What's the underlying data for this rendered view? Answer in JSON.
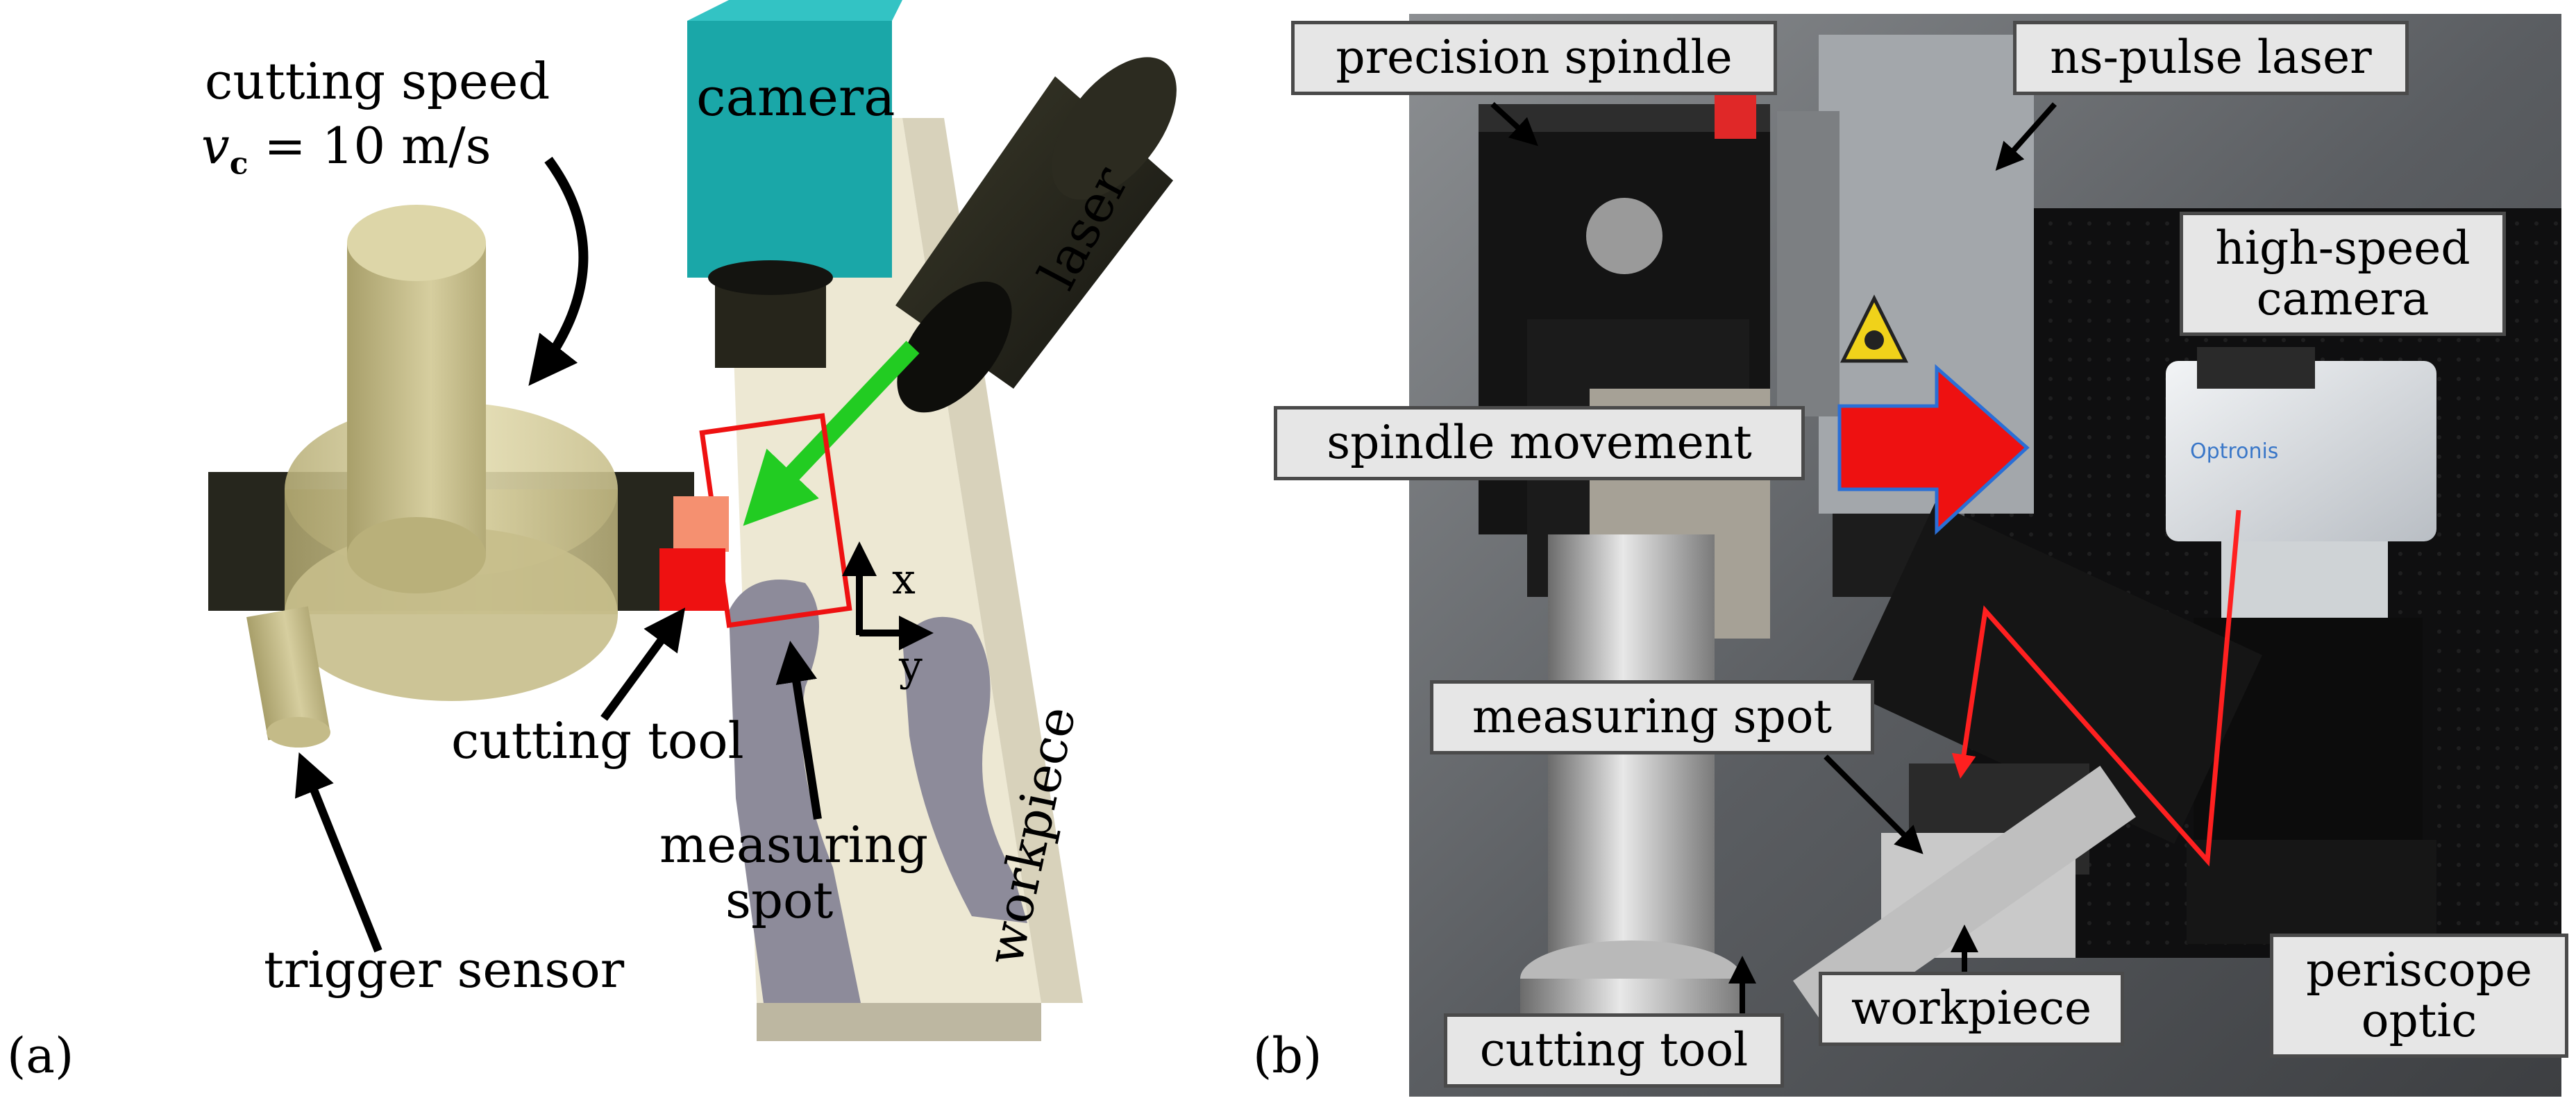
{
  "panel_a": {
    "panel_label": "(a)",
    "annotations": {
      "cutting_speed_line1": "cutting speed",
      "cutting_speed_var": "v",
      "cutting_speed_sub": "c",
      "cutting_speed_value": "= 10 m/s",
      "camera": "camera",
      "laser": "laser",
      "cutting_tool": "cutting tool",
      "measuring_spot_line1": "measuring",
      "measuring_spot_line2": "spot",
      "workpiece": "workpiece",
      "trigger_sensor": "trigger sensor",
      "axis_x": "x",
      "axis_y": "y"
    },
    "colors": {
      "camera": "#1aa7a8",
      "laser_beam": "#22cc22",
      "cutting_tool": "#ee1111",
      "measuring_box": "#ee1111"
    }
  },
  "panel_b": {
    "panel_label": "(b)",
    "labels": {
      "precision_spindle": "precision spindle",
      "ns_pulse_laser": "ns-pulse laser",
      "high_speed_camera_line1": "high-speed",
      "high_speed_camera_line2": "camera",
      "spindle_movement": "spindle movement",
      "measuring_spot": "measuring spot",
      "cutting_tool": "cutting tool",
      "workpiece": "workpiece",
      "periscope_optic_line1": "periscope",
      "periscope_optic_line2": "optic",
      "camera_brand": "Optronis"
    },
    "colors": {
      "spindle_arrow": "#ee1111",
      "spindle_arrow_outline": "#2a6fd6",
      "beam_path": "#ff2020",
      "label_background": "#e6e6e6"
    }
  }
}
